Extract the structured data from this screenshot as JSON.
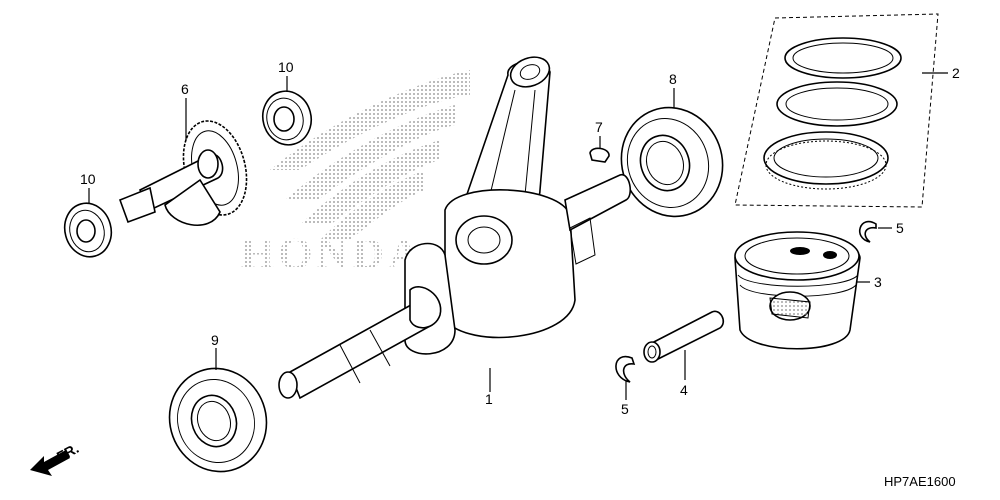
{
  "diagram_code": "HP7AE1600",
  "front_label": "FR.",
  "watermark_text": "HONDA",
  "callouts": {
    "crankshaft": "1",
    "piston_rings": "2",
    "piston": "3",
    "piston_pin": "4",
    "clip_right": "5",
    "clip_bottom": "5",
    "balancer_shaft": "6",
    "woodruff_key": "7",
    "bearing_right": "8",
    "bearing_left": "9",
    "bearing_top": "10",
    "bearing_small_left": "10"
  },
  "colors": {
    "ink": "#000000",
    "paper": "#ffffff",
    "watermark": "#8a8a8a"
  }
}
